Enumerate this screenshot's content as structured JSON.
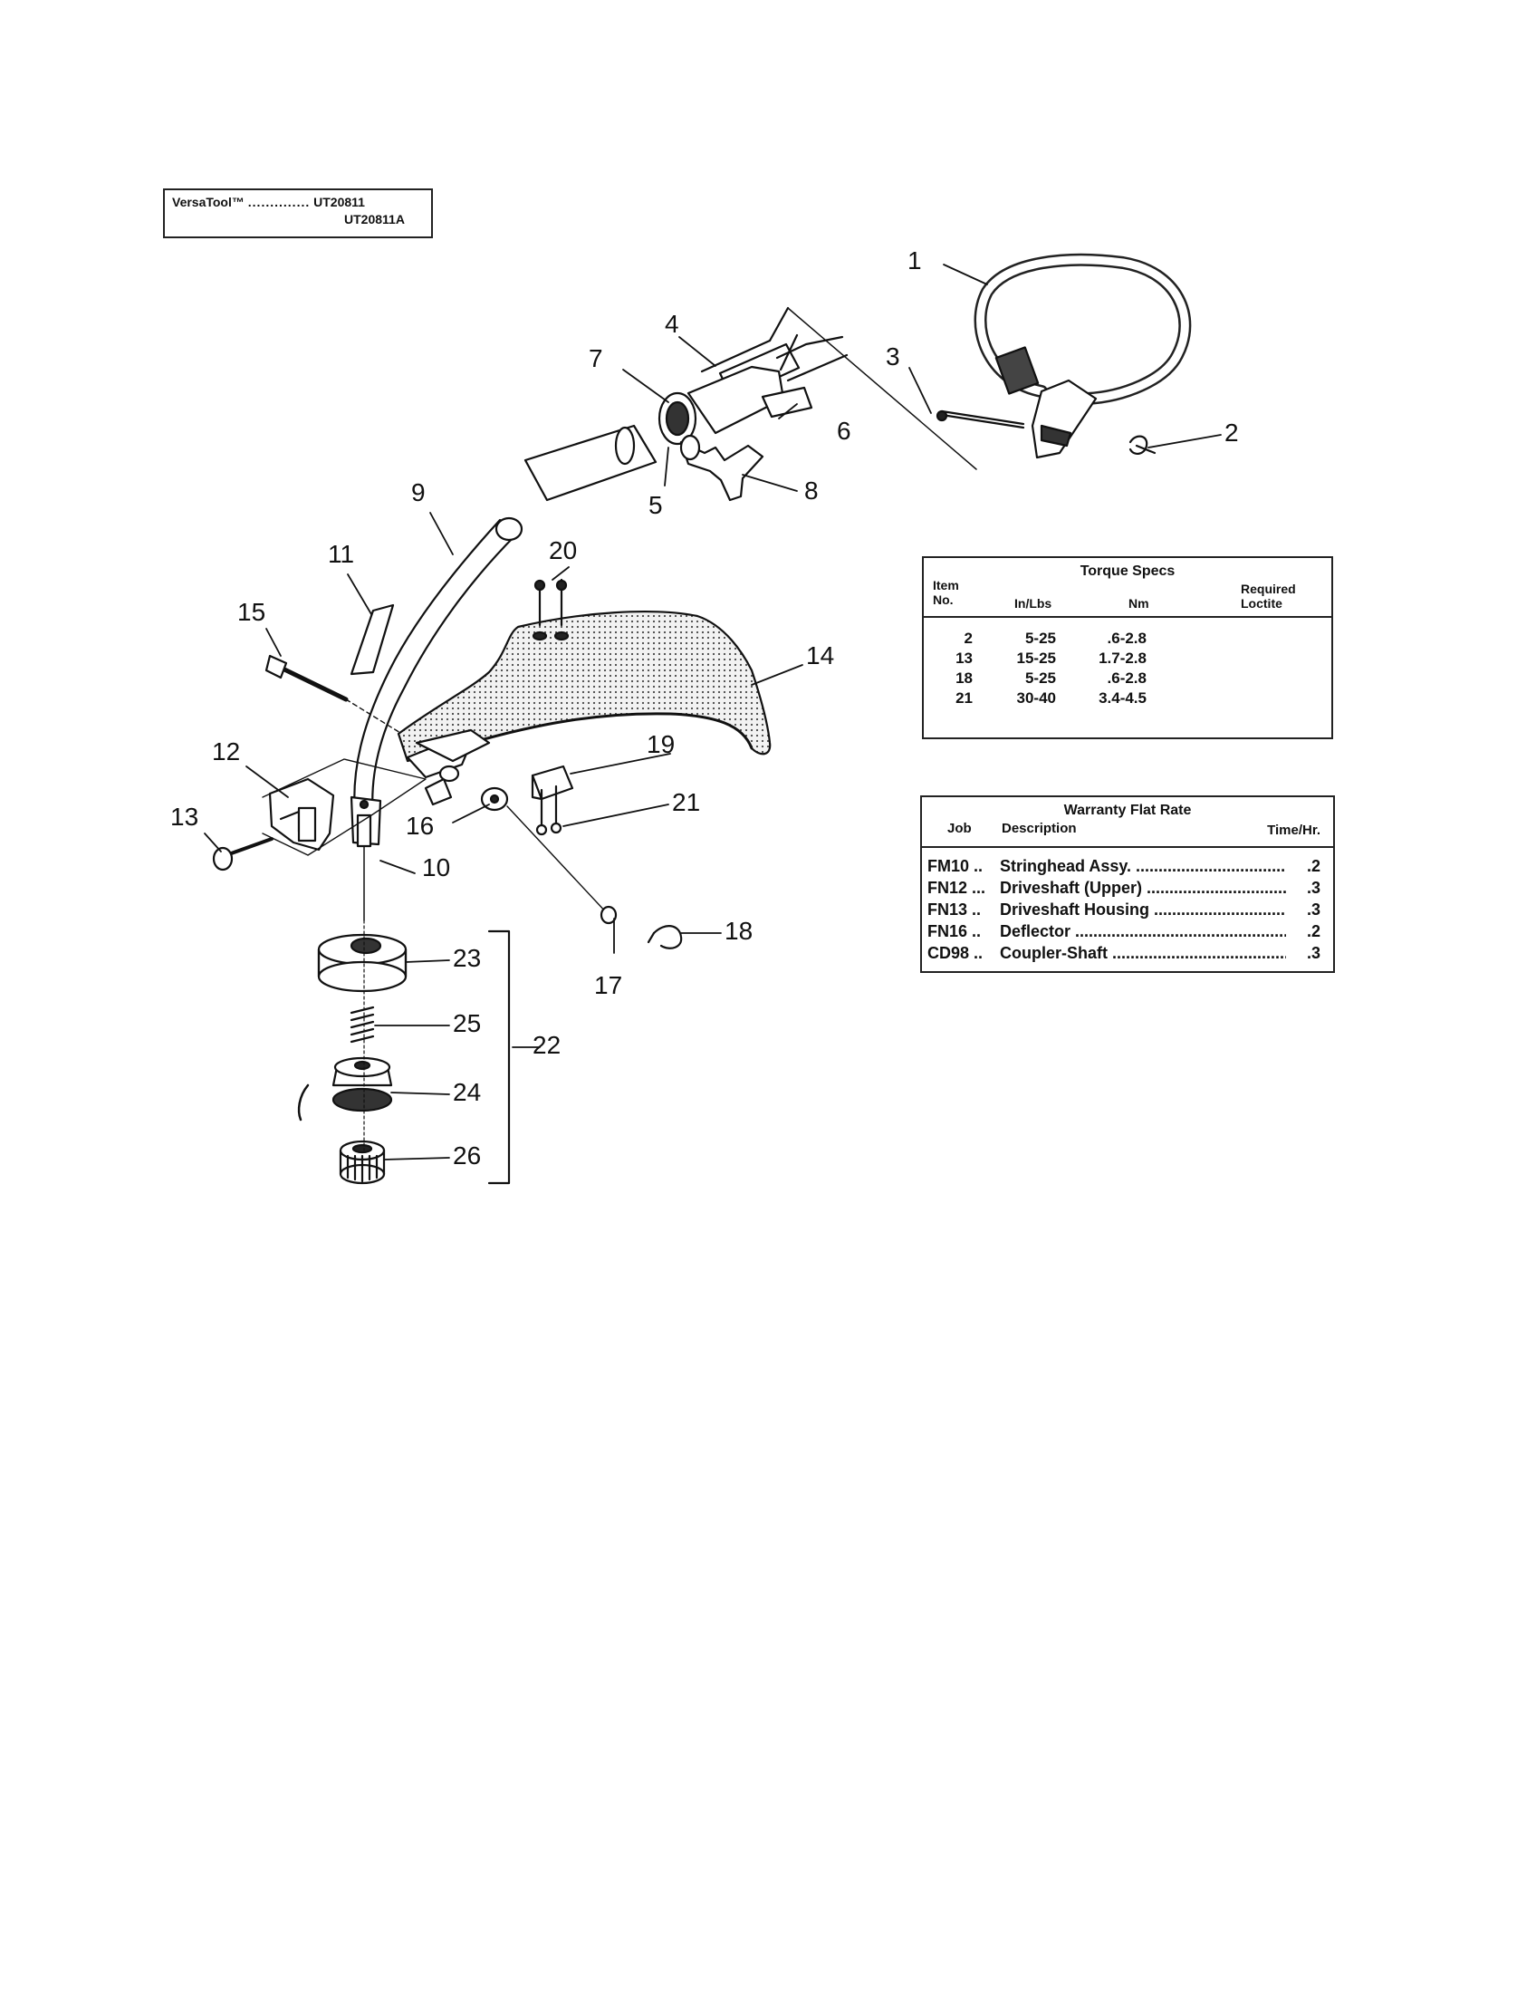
{
  "model_box": {
    "brand": "VersaTool™",
    "dots": "..............",
    "model_1": "UT20811",
    "model_2": "UT20811A"
  },
  "callouts": {
    "c1": "1",
    "c2": "2",
    "c3": "3",
    "c4": "4",
    "c5": "5",
    "c6": "6",
    "c7": "7",
    "c8": "8",
    "c9": "9",
    "c10": "10",
    "c11": "11",
    "c12": "12",
    "c13": "13",
    "c14": "14",
    "c15": "15",
    "c16": "16",
    "c17": "17",
    "c18": "18",
    "c19": "19",
    "c20": "20",
    "c21": "21",
    "c22": "22",
    "c23": "23",
    "c24": "24",
    "c25": "25",
    "c26": "26"
  },
  "torque_table": {
    "title": "Torque Specs",
    "item_header": "Item\nNo.",
    "inlbs_header": "In/Lbs",
    "nm_header": "Nm",
    "loctite_header": "Required\nLoctite",
    "rows": [
      {
        "item": "2",
        "inlbs": "5-25",
        "nm": ".6-2.8"
      },
      {
        "item": "13",
        "inlbs": "15-25",
        "nm": "1.7-2.8"
      },
      {
        "item": "18",
        "inlbs": "5-25",
        "nm": ".6-2.8"
      },
      {
        "item": "21",
        "inlbs": "30-40",
        "nm": "3.4-4.5"
      }
    ]
  },
  "warranty_table": {
    "title": "Warranty Flat Rate",
    "job_header": "Job",
    "desc_header": "Description",
    "time_header": "Time/Hr.",
    "rows": [
      {
        "job": "FM10 ..",
        "desc": "Stringhead Assy.",
        "time": ".2"
      },
      {
        "job": "FN12 ...",
        "desc": "Driveshaft (Upper)",
        "time": ".3"
      },
      {
        "job": "FN13 ..",
        "desc": "Driveshaft Housing",
        "time": ".3"
      },
      {
        "job": "FN16 ..",
        "desc": "Deflector",
        "time": ".2"
      },
      {
        "job": "CD98 ..",
        "desc": "Coupler-Shaft",
        "time": ".3"
      }
    ]
  }
}
